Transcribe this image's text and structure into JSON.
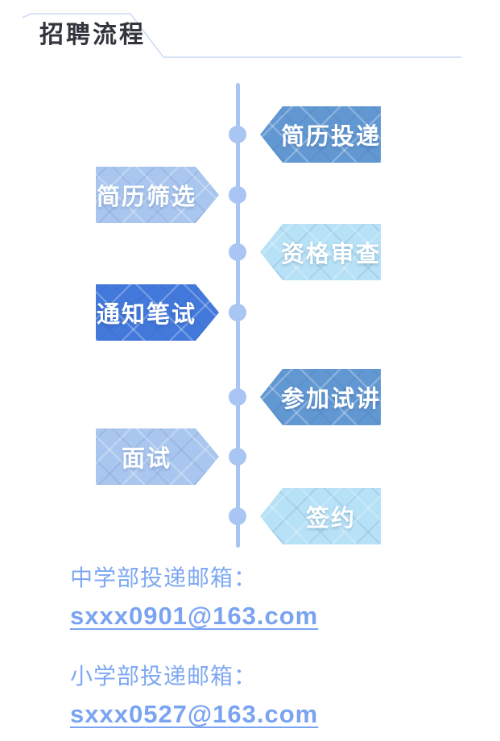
{
  "header": {
    "title": "招聘流程",
    "title_color": "#32353c",
    "decor_line_color": "#cbdcf3"
  },
  "flow": {
    "timeline_color": "#a9c5f3",
    "steps": [
      {
        "label": "简历投递",
        "side": "right",
        "color": "#6298d2"
      },
      {
        "label": "简历筛选",
        "side": "left",
        "color": "#a9c6ef"
      },
      {
        "label": "资格审查",
        "side": "right",
        "color": "#b6e1f6"
      },
      {
        "label": "通知笔试",
        "side": "left",
        "color": "#4379db"
      },
      {
        "label": "参加试讲",
        "side": "right",
        "color": "#6298d2"
      },
      {
        "label": "面试",
        "side": "left",
        "color": "#a9c6ef"
      },
      {
        "label": "签约",
        "side": "right",
        "color": "#b6e1f6"
      }
    ]
  },
  "contacts": [
    {
      "label": "中学部投递邮箱：",
      "email": "sxxx0901@163.com"
    },
    {
      "label": "小学部投递邮箱：",
      "email": "sxxx0527@163.com"
    }
  ]
}
